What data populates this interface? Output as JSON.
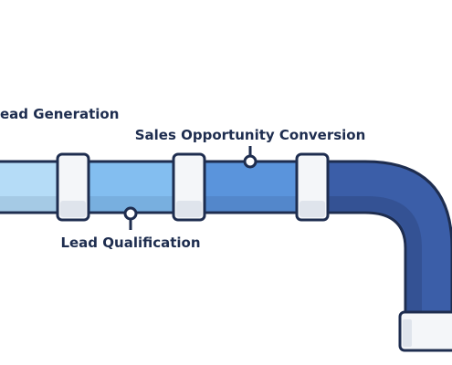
{
  "stages": [
    {
      "label": "Lead Generation",
      "label_shown": "ead Generation",
      "color": "#b5dcf7"
    },
    {
      "label": "Lead Qualification",
      "label_shown": "Lead Qualification",
      "color": "#83bef0"
    },
    {
      "label": "Sales Opportunity Conversion",
      "label_shown": "Sales Opportunity Conversion",
      "color": "#5a94dc"
    },
    {
      "label": "",
      "label_shown": "",
      "color": "#3b5ea8"
    }
  ],
  "colors": {
    "outline": "#1e2d4f",
    "joint_fill": "#f4f6f9",
    "joint_shade": "#dfe4ec",
    "pipe_shadow": "rgba(30,45,79,0.12)"
  }
}
